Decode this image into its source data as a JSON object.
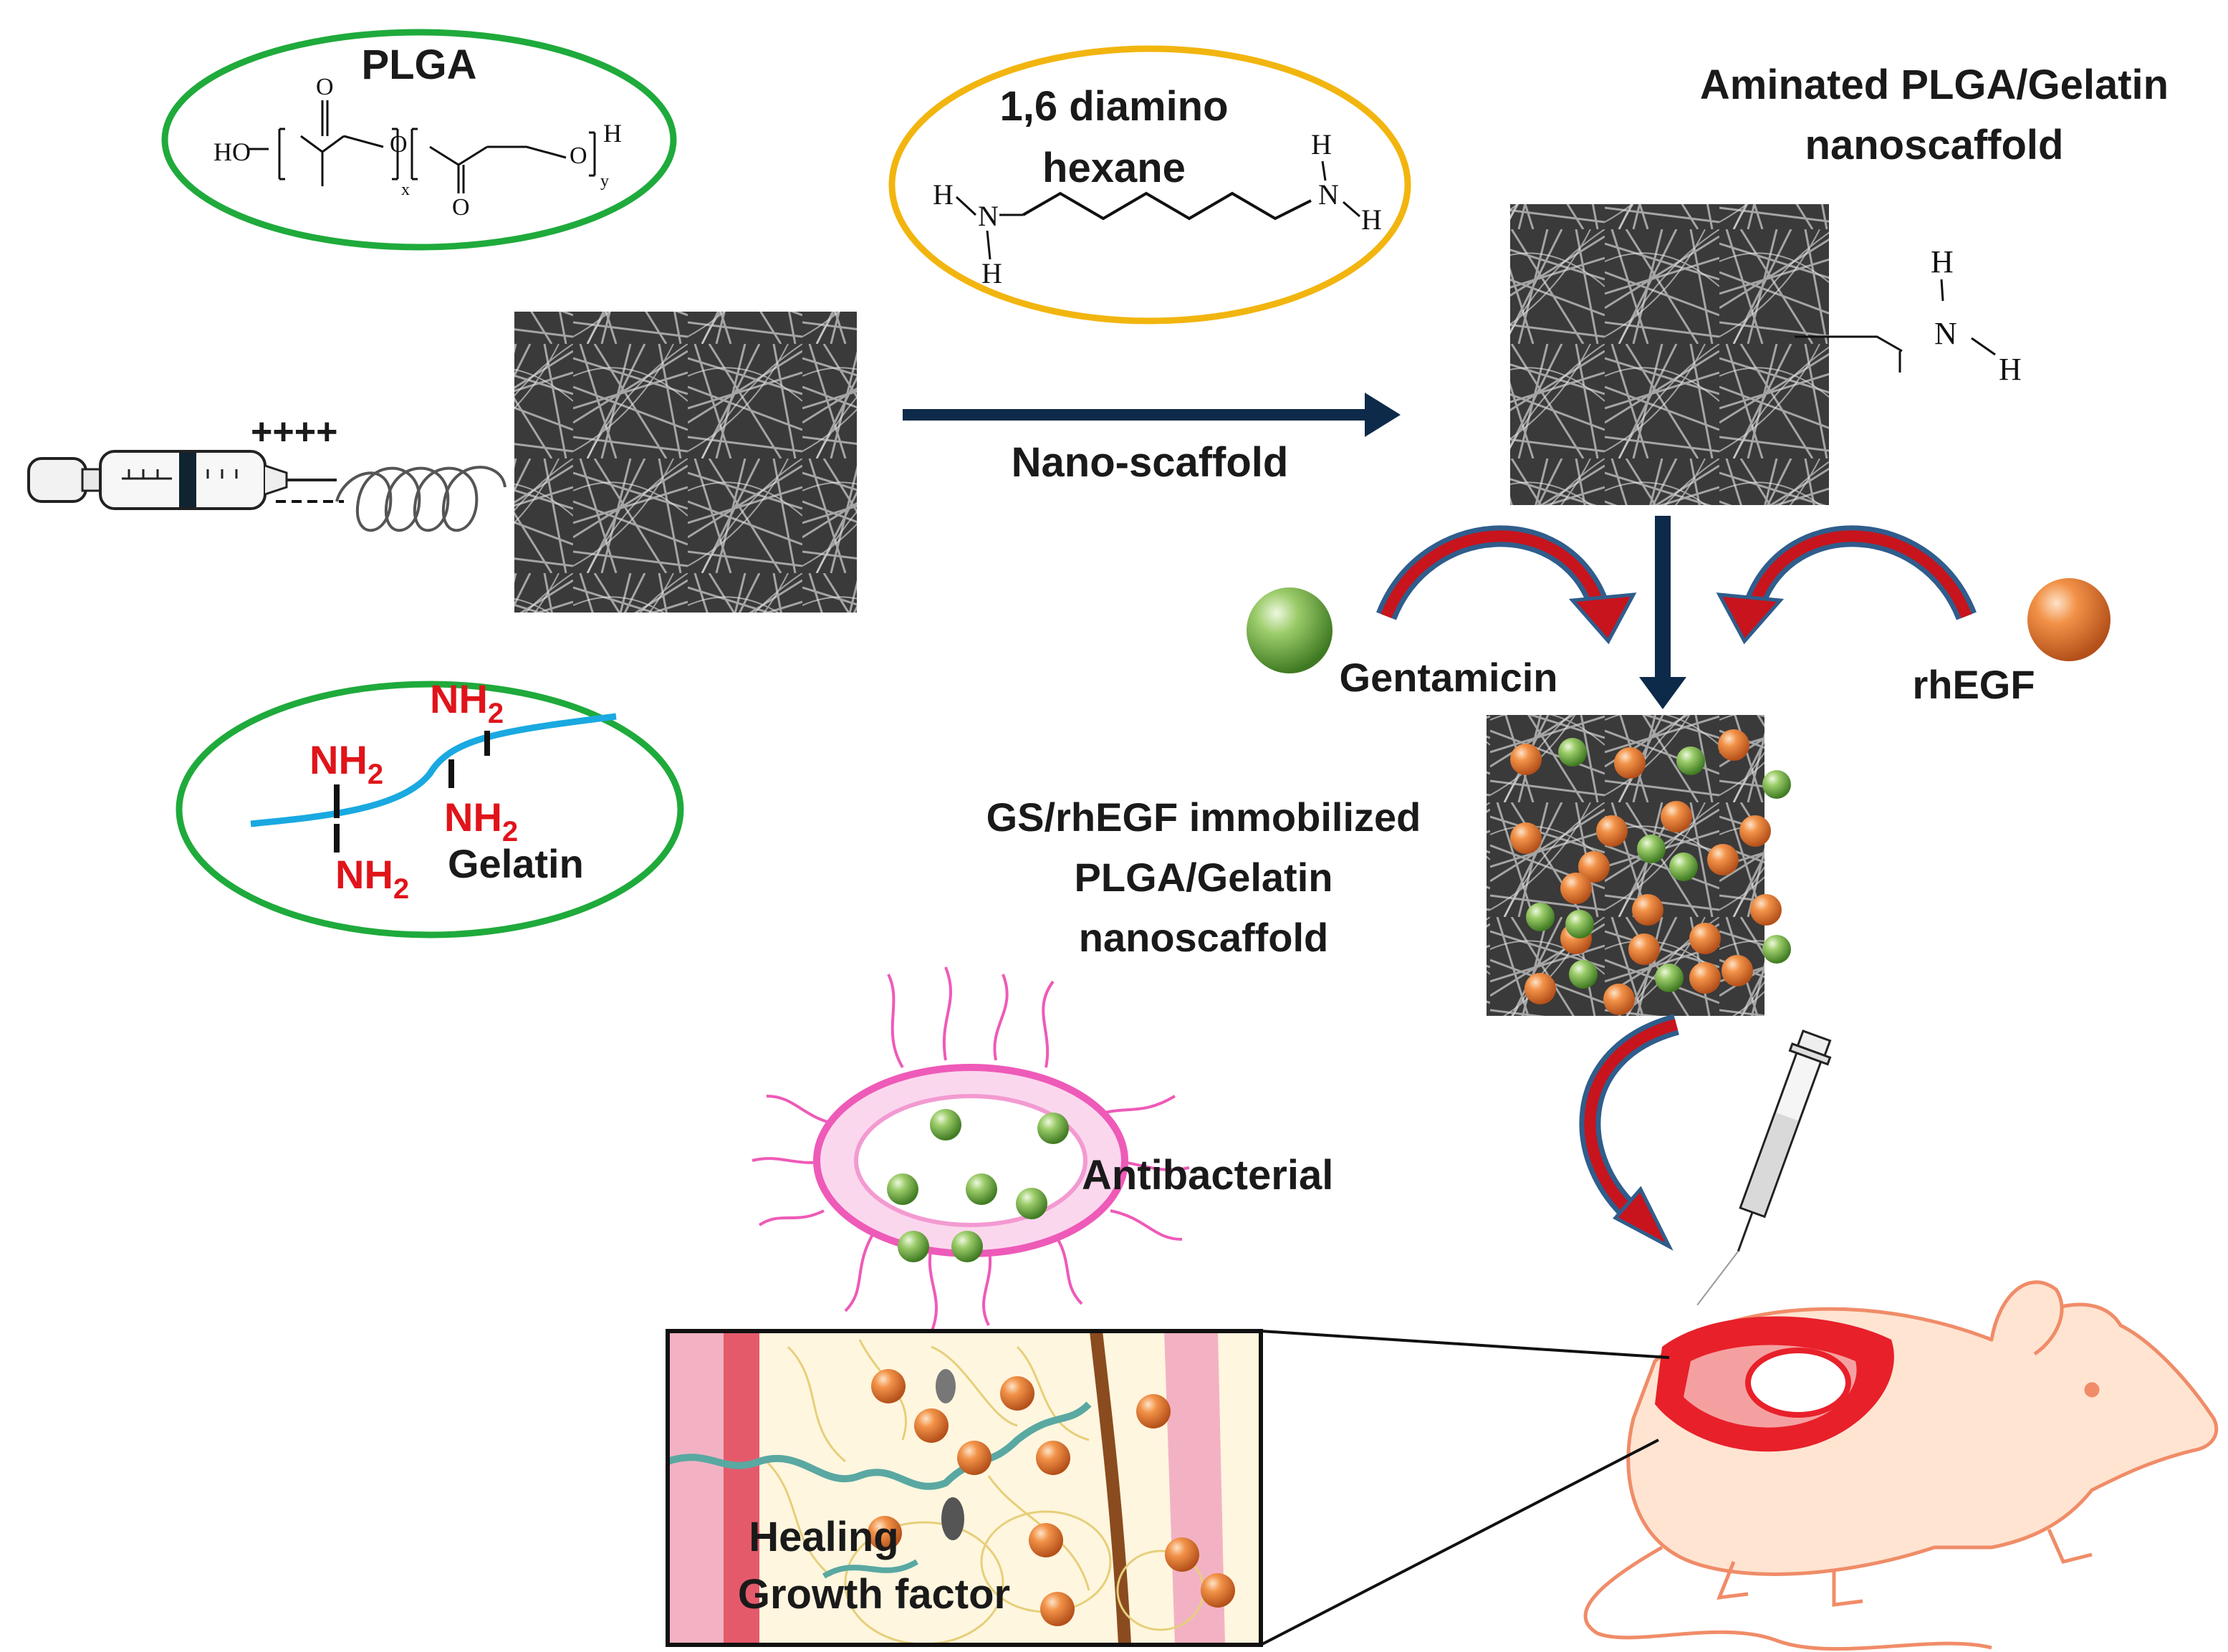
{
  "labels": {
    "plga": "PLGA",
    "diamine_line1": "1,6 diamino",
    "diamine_line2": "hexane",
    "aminated_line1": "Aminated PLGA/Gelatin",
    "aminated_line2": "nanoscaffold",
    "plus_charges": "++++",
    "nano_scaffold": "Nano-scaffold",
    "gentamicin": "Gentamicin",
    "rhegf": "rhEGF",
    "immobilized_line1": "GS/rhEGF immobilized",
    "immobilized_line2": "PLGA/Gelatin",
    "immobilized_line3": "nanoscaffold",
    "gelatin": "Gelatin",
    "nh2_base": "NH",
    "nh2_sub": "2",
    "antibacterial": "Antibacterial",
    "healing_line1": "Healing",
    "healing_line2": "Growth factor"
  },
  "chem": {
    "ho": "HO",
    "o": "O",
    "h": "H",
    "n": "N",
    "x": "x",
    "y": "y"
  },
  "colors": {
    "green_oval": "#1faa3c",
    "yellow_oval": "#f2b50f",
    "arrow_navy": "#0d2a4a",
    "curved_arrow_red": "#c8141c",
    "curved_arrow_blue": "#2f5d8c",
    "gentamicin_green": "#7cb84a",
    "rhegf_orange": "#f08536",
    "gelatin_chain": "#19a9e0",
    "nh2_red": "#e0141a",
    "bacteria_pink": "#ee5ab8",
    "mouse_outline": "#f08c68",
    "wound_red": "#e8202a"
  }
}
